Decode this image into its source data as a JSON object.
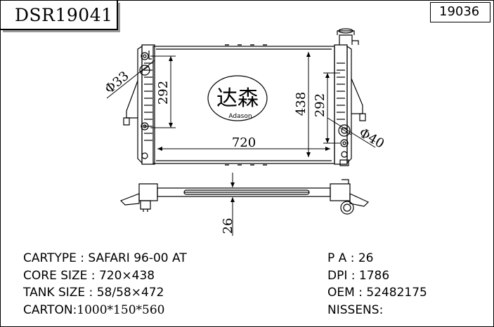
{
  "header": {
    "part_number": "DSR19041",
    "reference_number": "19036"
  },
  "drawing": {
    "dimensions": {
      "width": "720",
      "height": "438",
      "inner_left": "292",
      "inner_right": "292",
      "inlet": "Φ33",
      "outlet": "Φ40",
      "thickness": "26"
    },
    "logo": {
      "chinese": "达森",
      "latin": "Adason"
    }
  },
  "specs": {
    "left": [
      {
        "label": "CARTYPE",
        "sep": " : ",
        "value": "SAFARI 96-00 AT"
      },
      {
        "label": "CORE SIZE",
        "sep": " : ",
        "value": "720×438"
      },
      {
        "label": "TANK SIZE",
        "sep": " : ",
        "value": "58/58×472"
      },
      {
        "label": "CARTON",
        "sep": ":",
        "value": "1000*150*560"
      }
    ],
    "right": [
      {
        "label": "P A",
        "sep": " : ",
        "value": "26"
      },
      {
        "label": "DPI",
        "sep": " : ",
        "value": "1786"
      },
      {
        "label": "OEM",
        "sep": " : ",
        "value": "52482175"
      },
      {
        "label": "NISSENS",
        "sep": ":",
        "value": ""
      }
    ]
  }
}
